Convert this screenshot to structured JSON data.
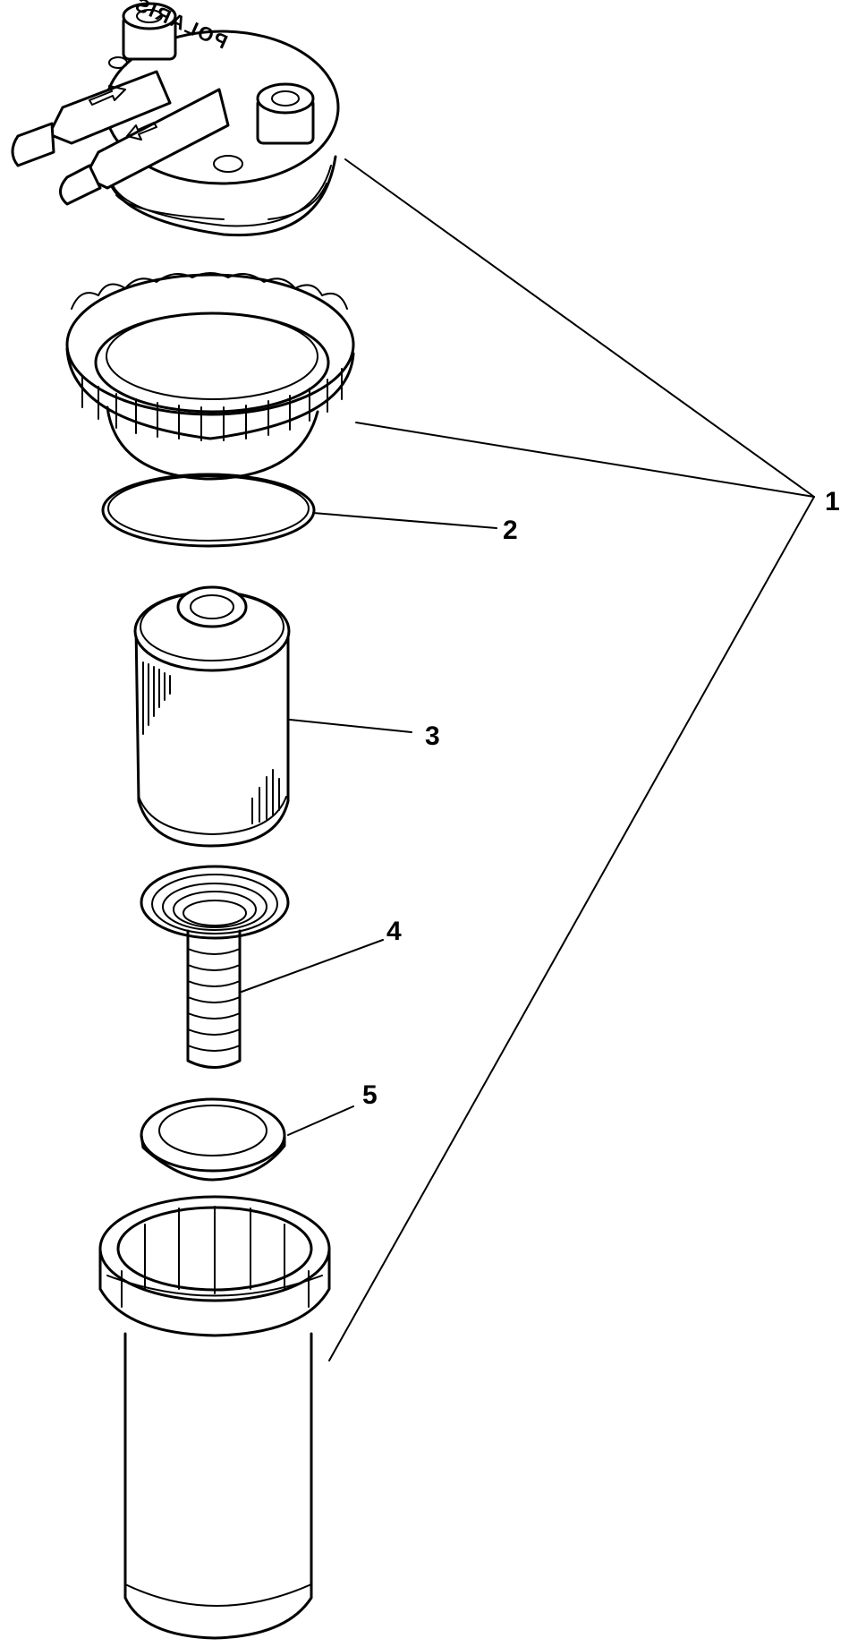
{
  "diagram": {
    "callouts": [
      {
        "id": "1",
        "label": "1"
      },
      {
        "id": "2",
        "label": "2"
      },
      {
        "id": "3",
        "label": "3"
      },
      {
        "id": "4",
        "label": "4"
      },
      {
        "id": "5",
        "label": "5"
      }
    ],
    "logo_text": "POLARIS"
  }
}
